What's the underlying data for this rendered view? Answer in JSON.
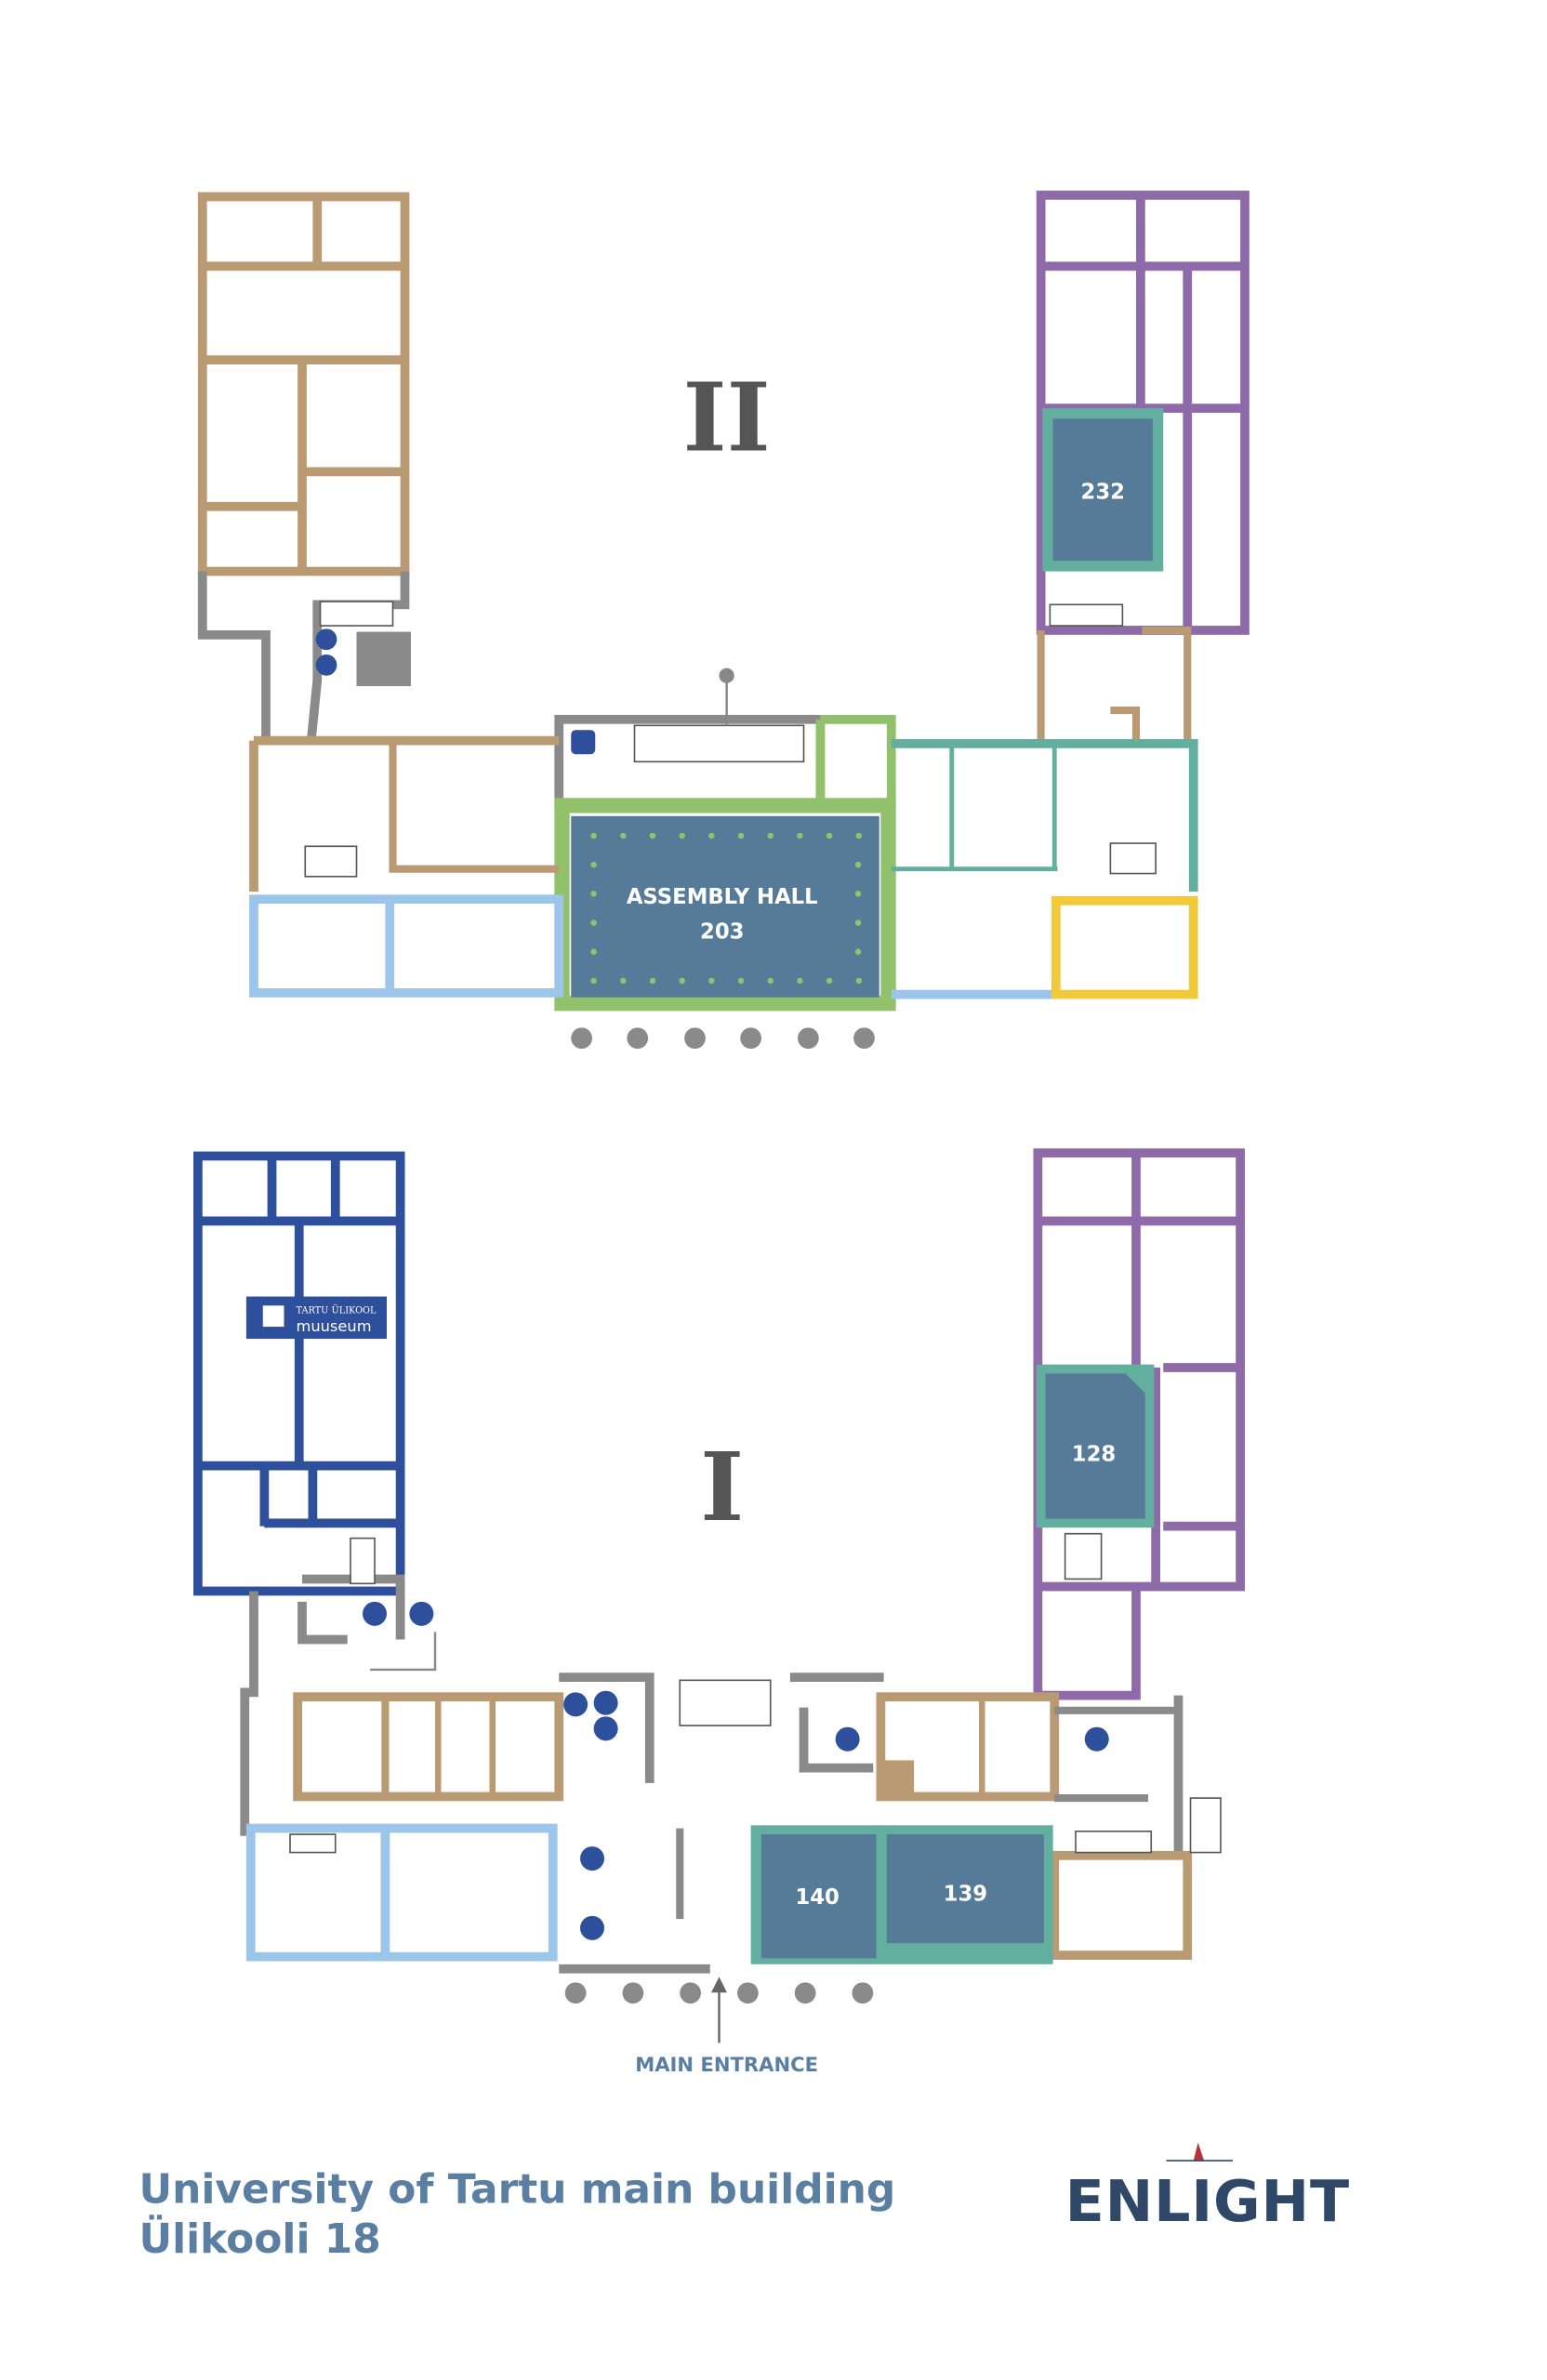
{
  "floor2": {
    "label": "II",
    "rooms": [
      {
        "name": "232",
        "label": "232"
      },
      {
        "name": "assembly-hall",
        "label": "ASSEMBLY HALL",
        "number": "203"
      }
    ]
  },
  "floor1": {
    "label": "I",
    "rooms": [
      {
        "name": "128",
        "label": "128"
      },
      {
        "name": "140",
        "label": "140"
      },
      {
        "name": "139",
        "label": "139"
      }
    ],
    "museum": {
      "line1": "TARTU ÜLIKOOL",
      "line2": "muuseum"
    },
    "entrance": "MAIN ENTRANCE"
  },
  "footer": {
    "title": "University of Tartu main building",
    "address": "Ülikooli 18",
    "logo": "ENLIGHT"
  },
  "icons": [
    "info-icon",
    "wc-icon",
    "accessible-icon",
    "cloakroom-icon",
    "elevator-icon",
    "stairs-icon",
    "entrance-arrow-icon"
  ],
  "colors": {
    "tan": "#b99a72",
    "purple": "#8f6aa8",
    "teal": "#62ae9f",
    "green": "#92c16b",
    "lightblue": "#9cc5ea",
    "yellow": "#f1c93a",
    "navy": "#2e4f9b",
    "gray": "#8a8a8a",
    "room": "#557b99",
    "text": "#5b7fa3",
    "logo": "#2f4868"
  }
}
